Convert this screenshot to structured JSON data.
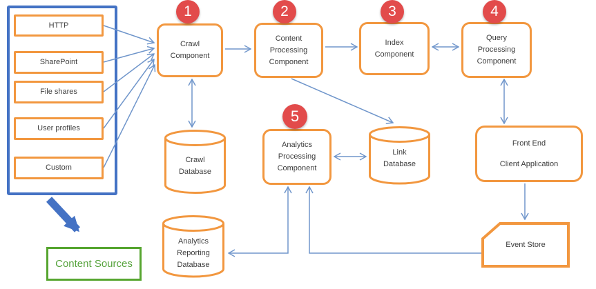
{
  "title": "Search architecture diagram",
  "colors": {
    "box_orange": "#F2973F",
    "group_blue": "#4472C4",
    "connector_blue": "#7096CB",
    "badge_red": "#E24B4B",
    "label_green": "#56A52F"
  },
  "sources": [
    {
      "label": "HTTP"
    },
    {
      "label": "SharePoint"
    },
    {
      "label": "File shares"
    },
    {
      "label": "User profiles"
    },
    {
      "label": "Custom"
    }
  ],
  "nodes": {
    "crawl": {
      "label": "Crawl\nComponent",
      "badge": "1"
    },
    "content_processing": {
      "label": "Content\nProcessing\nComponent",
      "badge": "2"
    },
    "index": {
      "label": "Index\nComponent",
      "badge": "3"
    },
    "query_processing": {
      "label": "Query\nProcessing\nComponent",
      "badge": "4"
    },
    "analytics_processing": {
      "label": "Analytics\nProcessing\nComponent",
      "badge": "5"
    },
    "crawl_db": {
      "label": "Crawl\nDatabase"
    },
    "link_db": {
      "label": "Link\nDatabase"
    },
    "analytics_reporting_db": {
      "label": "Analytics\nReporting\nDatabase"
    },
    "front_end": {
      "label": "Front End\n\nClient Application"
    },
    "event_store": {
      "label": "Event Store"
    },
    "content_sources_label": {
      "label": "Content Sources"
    }
  },
  "connections": [
    {
      "from": "HTTP",
      "to": "Crawl Component",
      "bidirectional": false
    },
    {
      "from": "SharePoint",
      "to": "Crawl Component",
      "bidirectional": false
    },
    {
      "from": "File shares",
      "to": "Crawl Component",
      "bidirectional": false
    },
    {
      "from": "User profiles",
      "to": "Crawl Component",
      "bidirectional": false
    },
    {
      "from": "Custom",
      "to": "Crawl Component",
      "bidirectional": false
    },
    {
      "from": "Crawl Component",
      "to": "Content Processing Component",
      "bidirectional": false
    },
    {
      "from": "Content Processing Component",
      "to": "Index Component",
      "bidirectional": false
    },
    {
      "from": "Index Component",
      "to": "Query Processing Component",
      "bidirectional": true
    },
    {
      "from": "Crawl Component",
      "to": "Crawl Database",
      "bidirectional": true
    },
    {
      "from": "Content Processing Component",
      "to": "Link Database",
      "bidirectional": false
    },
    {
      "from": "Analytics Processing Component",
      "to": "Link Database",
      "bidirectional": true
    },
    {
      "from": "Query Processing Component",
      "to": "Front End Client Application",
      "bidirectional": true
    },
    {
      "from": "Front End Client Application",
      "to": "Event Store",
      "bidirectional": false
    },
    {
      "from": "Event Store",
      "to": "Analytics Processing Component",
      "bidirectional": false
    },
    {
      "from": "Analytics Processing Component",
      "to": "Analytics Reporting Database",
      "bidirectional": true
    },
    {
      "from": "Content sources group",
      "to": "Content Sources label",
      "bidirectional": false
    }
  ]
}
